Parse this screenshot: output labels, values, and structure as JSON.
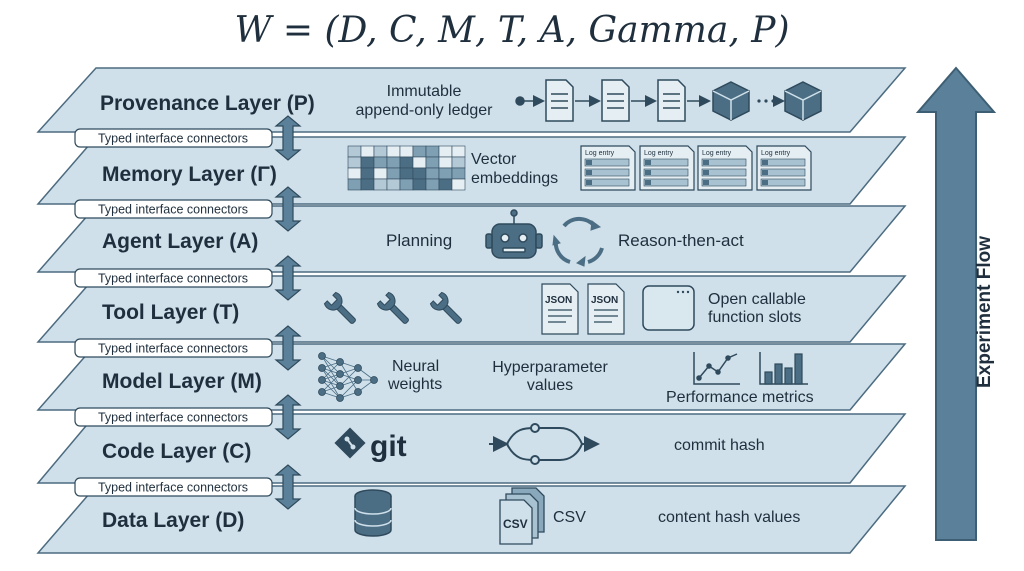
{
  "title": "W = (D, C, M, T, A, Gamma, P)",
  "flow_label": "Experiment Flow",
  "connector_label": "Typed interface connectors",
  "layers": [
    {
      "name": "Provenance Layer (P)",
      "texts": [
        "Immutable",
        "append-only ledger"
      ]
    },
    {
      "name": "Memory Layer (Γ)",
      "texts": [
        "Vector",
        "embeddings"
      ],
      "log_label": "Log entry"
    },
    {
      "name": "Agent Layer (A)",
      "texts": [
        "Planning",
        "Reason-then-act"
      ]
    },
    {
      "name": "Tool Layer (T)",
      "texts": [
        "JSON",
        "Open callable",
        "function slots"
      ]
    },
    {
      "name": "Model Layer (M)",
      "texts": [
        "Neural",
        "weights",
        "Hyperparameter",
        "values",
        "Performance metrics"
      ]
    },
    {
      "name": "Code Layer (C)",
      "texts": [
        "git",
        "commit hash"
      ]
    },
    {
      "name": "Data Layer (D)",
      "texts": [
        "CSV",
        "CSV",
        "content hash values"
      ]
    }
  ],
  "colors": {
    "plane": "#cfe0ea",
    "stroke": "#4c6b80",
    "icon": "#4c6e85",
    "arrow": "#5a8199"
  }
}
